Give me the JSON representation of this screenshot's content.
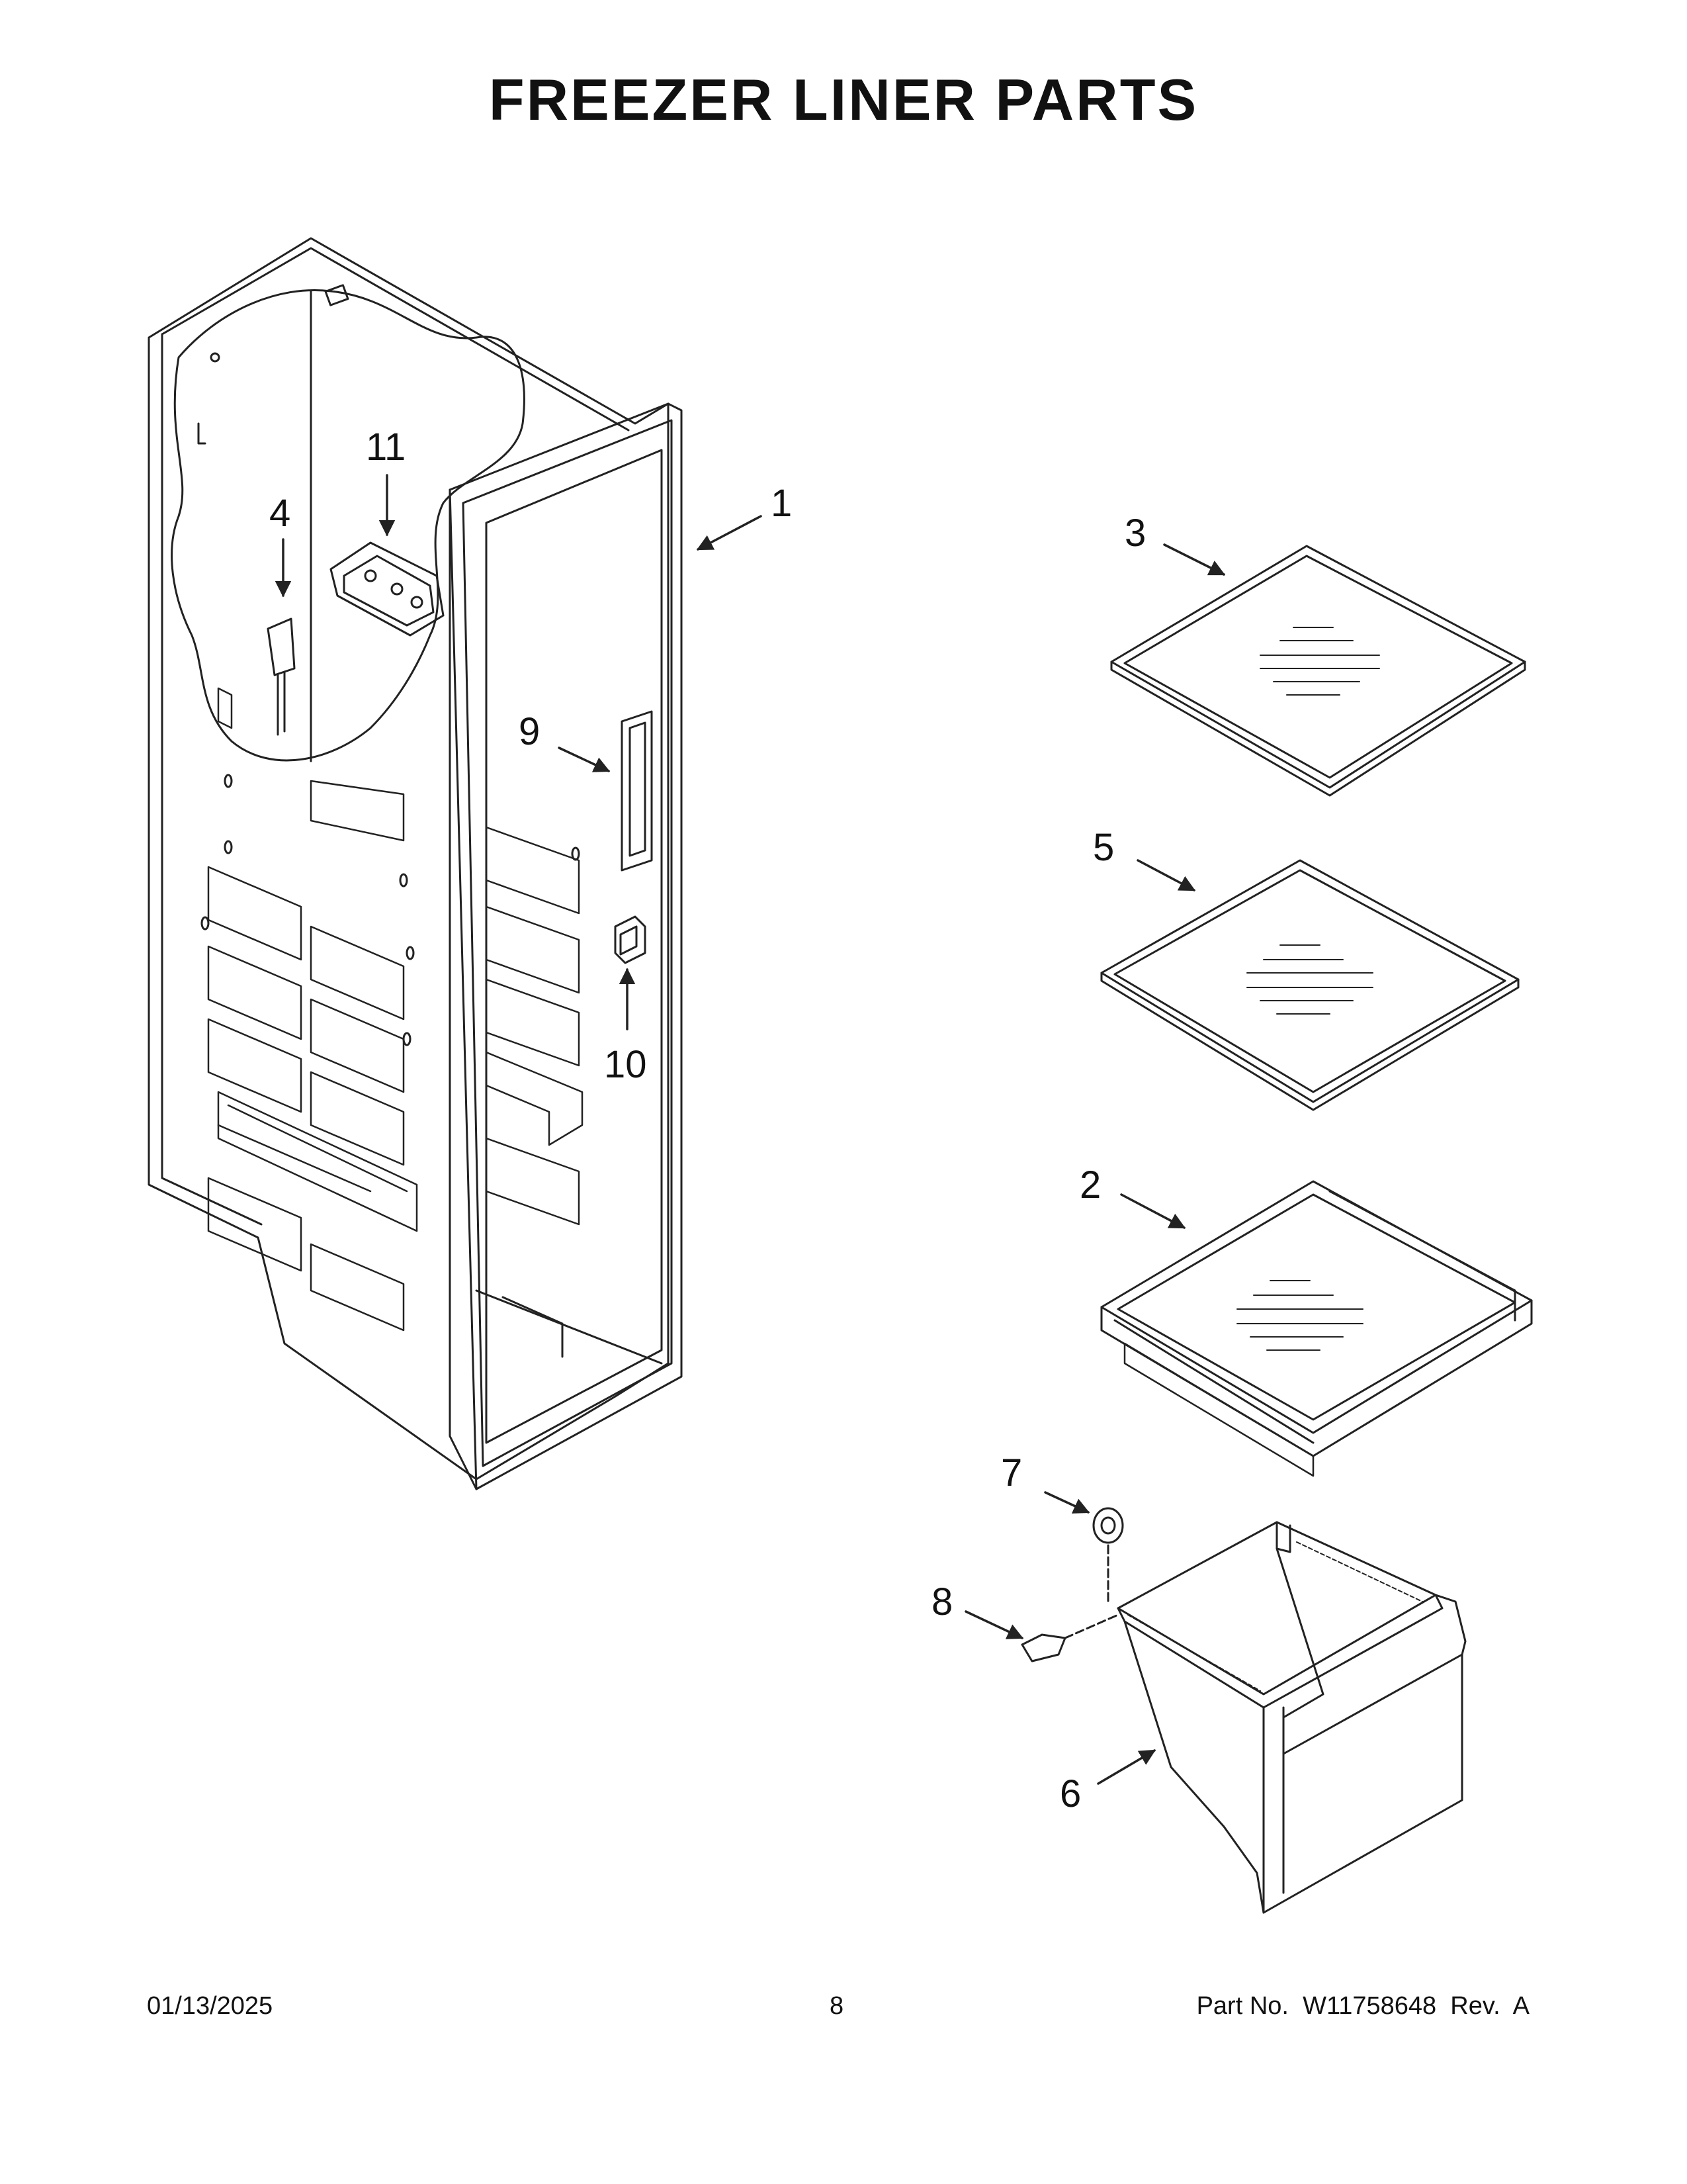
{
  "title": "FREEZER LINER PARTS",
  "callouts": [
    "1",
    "2",
    "3",
    "4",
    "5",
    "6",
    "7",
    "8",
    "9",
    "10",
    "11"
  ],
  "footer": {
    "date": "01/13/2025",
    "page": "8",
    "part": "Part No.  W11758648  Rev.  A"
  },
  "colors": {
    "line": "#222222",
    "background": "#ffffff"
  }
}
